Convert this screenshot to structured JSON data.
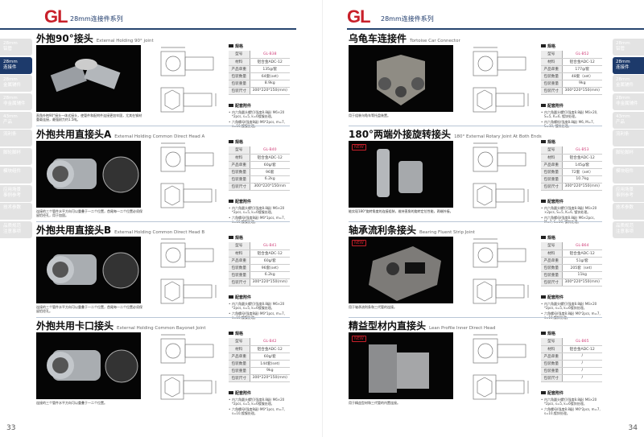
{
  "series_title": "28mm连接件系列",
  "logo": "GL",
  "sidebar": [
    "28mm\n铝管",
    "28mm\n连接件",
    "28mm\n金属辅件",
    "28mm\n非金属辅件",
    "43mm\n产品",
    "流利条",
    "脚轮脚杯",
    "模块组件",
    "应用场景\n事例参考",
    "技术参数",
    "品质规范\n注意事项"
  ],
  "sidebar_active": 1,
  "spec_heading": "规格",
  "acc_heading": "配套附件",
  "spec_labels": [
    "型号",
    "材料",
    "产品单重",
    "包装数量",
    "包装重量",
    "包装尺寸"
  ],
  "new_badge": "NEW",
  "pages": [
    {
      "page_number": "33",
      "products": [
        {
          "cn": "外抱90°接头",
          "en": "External Holding 90° joint",
          "new": false,
          "specs": [
            "GL-B38",
            "铝合金ADC-12",
            "135g/套",
            "64套(set)",
            "8.9kg",
            "300*220*150(mm)"
          ],
          "caption": "直角外抱90°接头一体式接头，使管件和配附件连接更加牢固，尤其在钢材重载连接，最强耐力约1.5吨。",
          "acc": [
            "内六角圆头螺钉(强度8.8级) M6×20 *2pcs, s=5, k=6镀镍处理。",
            "六角螺母(强度8级) M6*2pcs, m=7, s=10,镀镍处理。"
          ]
        },
        {
          "cn": "外抱共用直接头A",
          "en": "External Holding Common Direct Head A",
          "new": false,
          "specs": [
            "GL-B40",
            "铝合金ADC-12",
            "60g/套",
            "96套",
            "6.2kg",
            "300*220*150mm"
          ],
          "caption": "连接的三个管件水平方向可以重叠于一二个位置，首尾每一二个位置必须保留铝径孔，用于加固。",
          "acc": [
            "内六角圆头螺钉(强度8.8级) M6×20 *2pcs, s=5, k=6镀镍处理。",
            "六角螺母(强度8级) M6*1pcs, m=7, s=10,镀镍处理。"
          ]
        },
        {
          "cn": "外抱共用直接头B",
          "en": "External Holding Common Direct Head B",
          "new": false,
          "specs": [
            "GL-B41",
            "铝合金ADC-12",
            "60g/套",
            "96套(set)",
            "6.2kg",
            "300*220*150(mm)"
          ],
          "caption": "连接的三个管件水平方向可以重叠于一二个位置，首尾每一二个位置必须保留铝径孔。",
          "acc": [
            "内六角圆头螺钉(强度8.8级) M6×20 *2pcs, s=5, k=6镀镍处理。",
            "六角螺母(强度8级) M6*1pcs, m=7, s=10,镀镍处理。"
          ]
        },
        {
          "cn": "外抱共用卡口接头",
          "en": "External Holding Common Bayonet Joint",
          "new": false,
          "specs": [
            "GL-B42",
            "铝合金ADC-12",
            "60g/套",
            "144套(set)",
            "9kg",
            "300*220*150(mm)"
          ],
          "caption": "连接的三个管件水平方向可以重叠于一二个位置。",
          "acc": [
            "内六角圆头螺钉(强度8.8级) M6×20 *2pcs, s=5, k=6镀镍处理。",
            "六角螺母(强度8级) M6*1pcs, m=7, s=10,镀镍处理。"
          ]
        }
      ]
    },
    {
      "page_number": "34",
      "products": [
        {
          "cn": "乌龟车连接件",
          "en": "Tortoise Car Connector",
          "new": false,
          "specs": [
            "GL-B52",
            "铝合金ADC-12",
            "177g/套",
            "48套（set）",
            "9kg",
            "300*220*150(mm)"
          ],
          "caption": "用于组装乌龟车等托盘装置。",
          "acc": [
            "内六角圆头螺钉(强度8.8级) M6×20, S=5, K=6, 镀锌处理。",
            "内六角螺栓(强度8.8级) M6, M=7, S=10, 镀锌处理。"
          ]
        },
        {
          "cn": "180°两端外接旋转接头",
          "en": "180° External Rotary Joint At Both Ends",
          "new": true,
          "specs": [
            "GL-B53",
            "铝合金ADC-12",
            "145g/套",
            "72套（set）",
            "10.7kg",
            "300*220*150(mm)"
          ],
          "caption": "能实现180°旋转角度的连接组装，维持直角的旋转定位性能，两端外接。",
          "acc": [
            "内六角圆头螺钉(强度8.8级) M6×20 ×2pcs, S=5, K=6, 镀锌处理。",
            "内六角螺母(强度8.8级) M6×2pcs, M=7, S=10, 镀锌处理。"
          ]
        },
        {
          "cn": "轴承流利条接头",
          "en": "Bearing Fluent Strip Joint",
          "new": true,
          "specs": [
            "GL-B64",
            "铝合金ADC-12",
            "51g/套",
            "205套（set）",
            "11kg",
            "300*220*150(mm)"
          ],
          "caption": "用于轴承流利条和三代管的连接。",
          "acc": [
            "内六角圆头螺钉(强度8.8级) M6×20 *2pcs, s=5, k=6镀锌处理。",
            "六角螺母(强度8.8级) M6*2pcs, m=7, s=10,镀锌处理。"
          ]
        },
        {
          "cn": "精益型材内直接头",
          "en": "Lean Profile Inner Direct Head",
          "new": true,
          "specs": [
            "GL-B65",
            "铝合金ADC-12",
            "/",
            "/",
            "/",
            "/"
          ],
          "caption": "用于精益型材和三代管的内置连接。",
          "acc": [
            "内六角圆头螺钉(强度8.8级) M6×20 *2pcs, s=5, k=6镀锌处理。",
            "六角螺母(强度8.8级) M6*2pcs, m=7, s=10,镀锌处理。"
          ]
        }
      ]
    }
  ]
}
